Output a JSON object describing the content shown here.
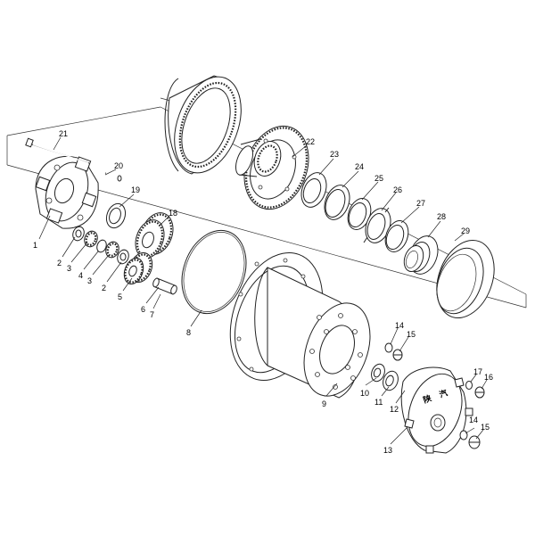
{
  "callouts": [
    {
      "id": "c1",
      "label": "1"
    },
    {
      "id": "c2a",
      "label": "2"
    },
    {
      "id": "c2b",
      "label": "2"
    },
    {
      "id": "c3a",
      "label": "3"
    },
    {
      "id": "c3b",
      "label": "3"
    },
    {
      "id": "c4",
      "label": "4"
    },
    {
      "id": "c5",
      "label": "5"
    },
    {
      "id": "c6",
      "label": "6"
    },
    {
      "id": "c7",
      "label": "7"
    },
    {
      "id": "c8",
      "label": "8"
    },
    {
      "id": "c9",
      "label": "9"
    },
    {
      "id": "c10",
      "label": "10"
    },
    {
      "id": "c11",
      "label": "11"
    },
    {
      "id": "c12",
      "label": "12"
    },
    {
      "id": "c13",
      "label": "13"
    },
    {
      "id": "c14a",
      "label": "14"
    },
    {
      "id": "c14b",
      "label": "14"
    },
    {
      "id": "c15a",
      "label": "15"
    },
    {
      "id": "c15b",
      "label": "15"
    },
    {
      "id": "c16",
      "label": "16"
    },
    {
      "id": "c17",
      "label": "17"
    },
    {
      "id": "c18",
      "label": "18"
    },
    {
      "id": "c19",
      "label": "19"
    },
    {
      "id": "c20",
      "label": "20"
    },
    {
      "id": "c21",
      "label": "21"
    },
    {
      "id": "c22",
      "label": "22"
    },
    {
      "id": "c23",
      "label": "23"
    },
    {
      "id": "c24",
      "label": "24"
    },
    {
      "id": "c25",
      "label": "25"
    },
    {
      "id": "c26",
      "label": "26"
    },
    {
      "id": "c27",
      "label": "27"
    },
    {
      "id": "c28",
      "label": "28"
    },
    {
      "id": "c29",
      "label": "29"
    }
  ],
  "cover_marks": [
    "陕",
    "汽"
  ],
  "colors": {
    "line": "#222222",
    "background": "#ffffff"
  }
}
